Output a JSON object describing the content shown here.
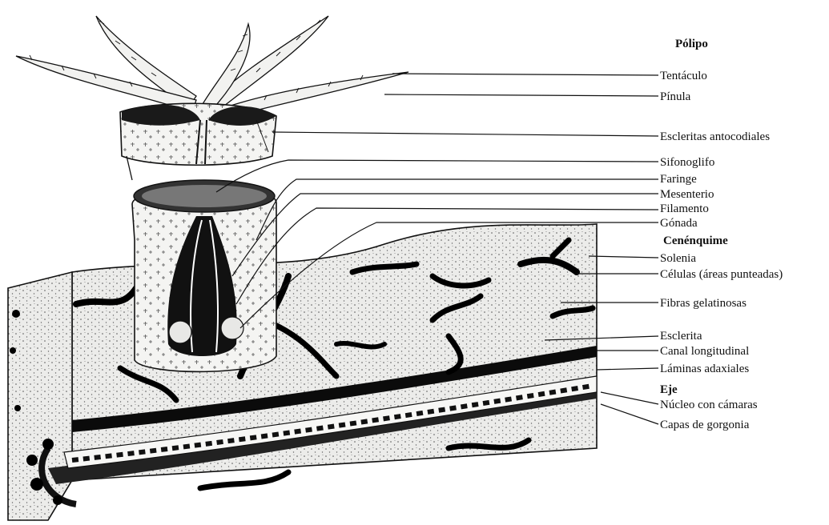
{
  "groups": {
    "polyp": "Pólipo",
    "coenenchyme": "Cenénquime",
    "axis": "Eje"
  },
  "labels": {
    "tentacle": "Tentáculo",
    "pinnule": "Pínula",
    "anthocodial_sclerites": "Escleritas antocodiales",
    "siphonoglyph": "Sifonoglifo",
    "pharynx": "Faringe",
    "mesentery": "Mesenterio",
    "filament": "Filamento",
    "gonad": "Gónada",
    "solenia": "Solenia",
    "cells": "Células (áreas punteadas)",
    "gelatinous_fibers": "Fibras gelatinosas",
    "sclerite": "Esclerita",
    "longitudinal_canal": "Canal longitudinal",
    "adaxial_laminae": "Láminas adaxiales",
    "chambered_core": "Núcleo con cámaras",
    "gorgonin_layers": "Capas de gorgonia"
  },
  "colors": {
    "ink": "#111111",
    "tissue": "#e9e9e6",
    "canal": "#0b0b0b",
    "tentacle": "#f2f2f0"
  }
}
